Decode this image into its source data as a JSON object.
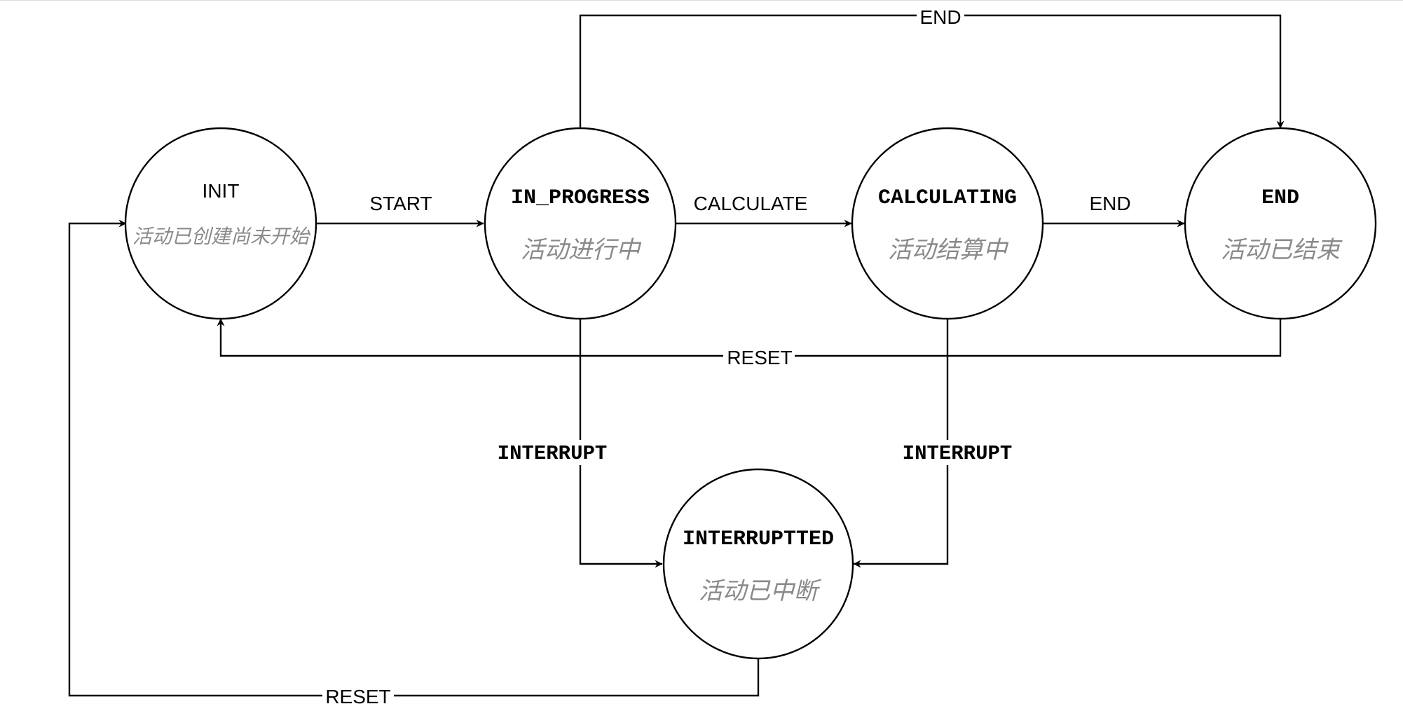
{
  "states": [
    {
      "id": "init",
      "name": "INIT",
      "description": "活动已创建尚未开始"
    },
    {
      "id": "in_progress",
      "name": "IN_PROGRESS",
      "description": "活动进行中"
    },
    {
      "id": "calculating",
      "name": "CALCULATING",
      "description": "活动结算中"
    },
    {
      "id": "end",
      "name": "END",
      "description": "活动已结束"
    },
    {
      "id": "interrupted",
      "name": "INTERRUPTTED",
      "description": "活动已中断"
    }
  ],
  "transitions": [
    {
      "id": "start",
      "from": "init",
      "to": "in_progress",
      "label": "START"
    },
    {
      "id": "calculate",
      "from": "in_progress",
      "to": "calculating",
      "label": "CALCULATE"
    },
    {
      "id": "end_from_calculating",
      "from": "calculating",
      "to": "end",
      "label": "END"
    },
    {
      "id": "end_from_in_progress",
      "from": "in_progress",
      "to": "end",
      "label": "END"
    },
    {
      "id": "reset_from_end",
      "from": "end",
      "to": "init",
      "label": "RESET"
    },
    {
      "id": "interrupt_from_in_progress",
      "from": "in_progress",
      "to": "interrupted",
      "label": "INTERRUPT"
    },
    {
      "id": "interrupt_from_calculating",
      "from": "calculating",
      "to": "interrupted",
      "label": "INTERRUPT"
    },
    {
      "id": "reset_from_interrupted",
      "from": "interrupted",
      "to": "init",
      "label": "RESET"
    }
  ]
}
